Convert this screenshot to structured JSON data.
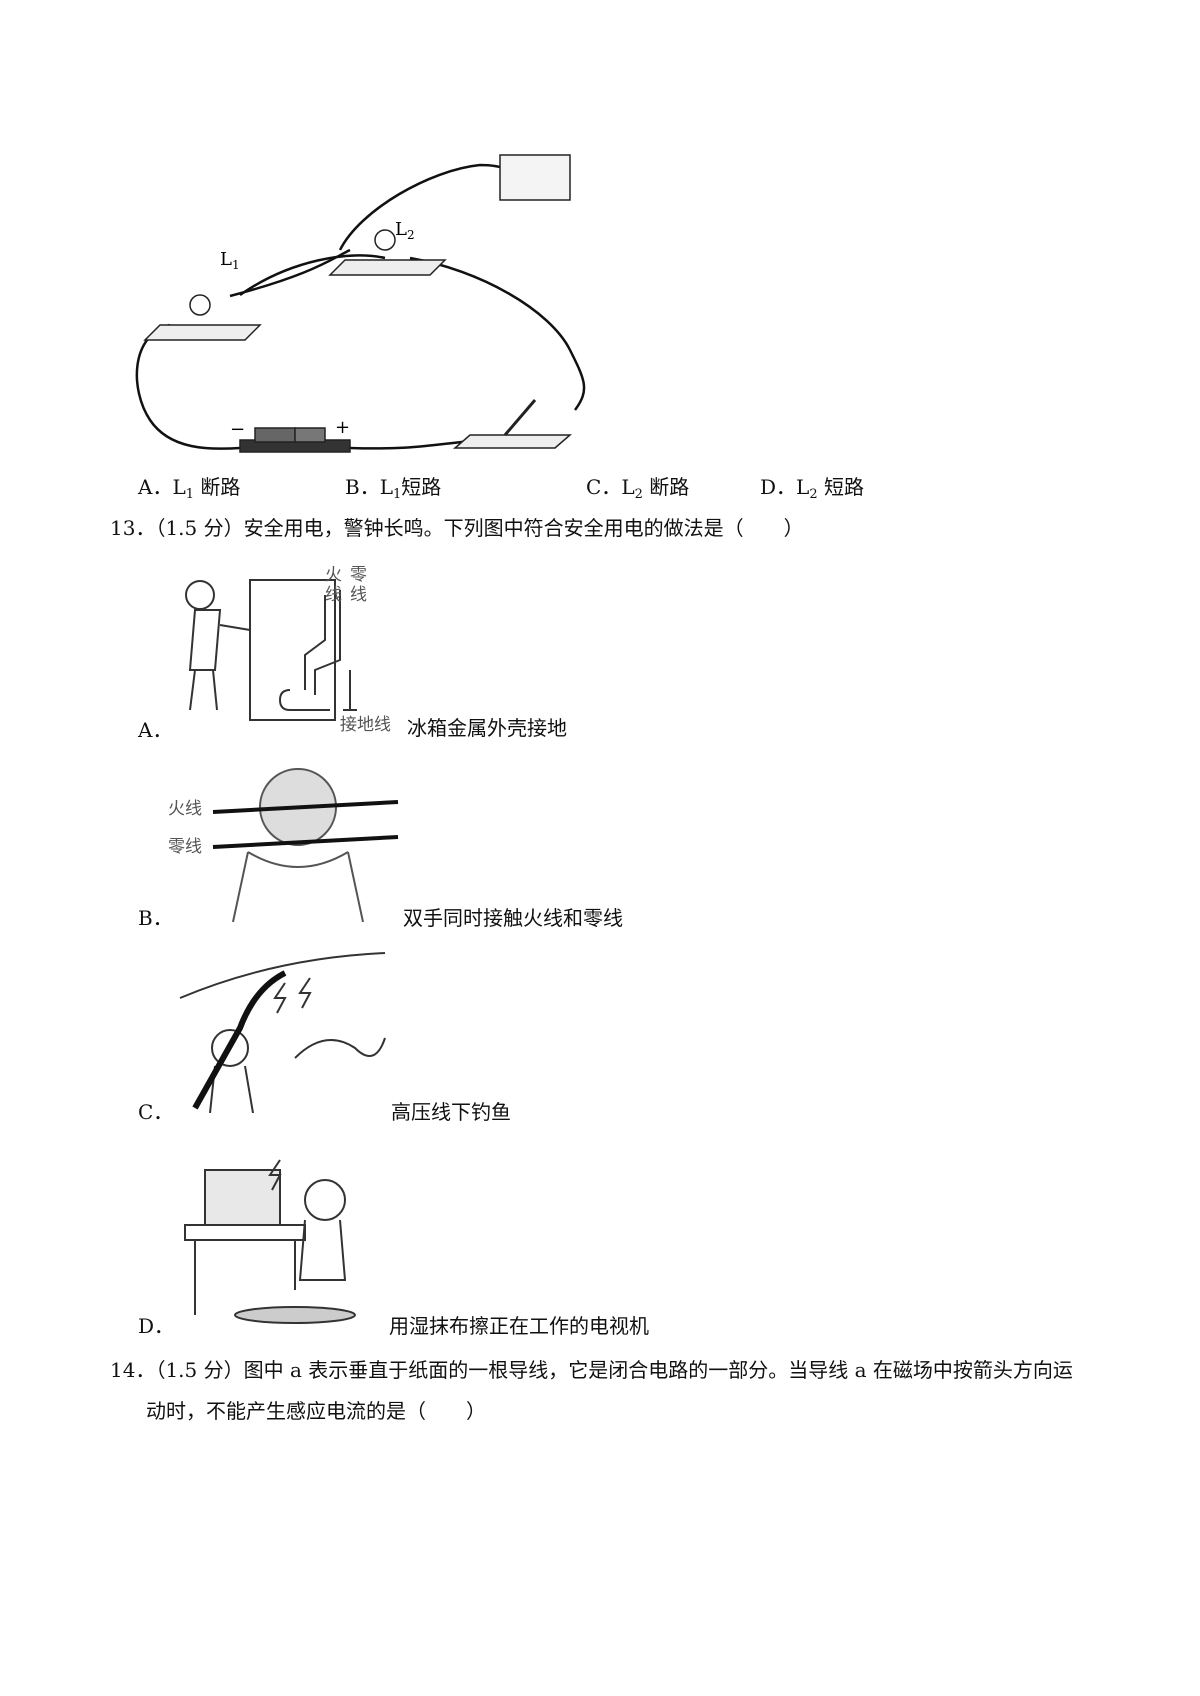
{
  "q12": {
    "figure": {
      "l1": "L",
      "l1_sub": "1",
      "l2": "L",
      "l2_sub": "2",
      "minus": "−",
      "plus": "+"
    },
    "options": [
      {
        "key": "A．",
        "pre": "L",
        "sub": "1",
        "text": " 断路"
      },
      {
        "key": "B．",
        "pre": "L",
        "sub": "1",
        "text": "短路"
      },
      {
        "key": "C．",
        "pre": "L",
        "sub": "2",
        "text": " 断路"
      },
      {
        "key": "D．",
        "pre": "L",
        "sub": "2",
        "text": " 短路"
      }
    ]
  },
  "q13": {
    "stem": "13．（1.5 分）安全用电，警钟长鸣。下列图中符合安全用电的做法是（　　）",
    "options": [
      {
        "key": "A．",
        "caption": "冰箱金属外壳接地",
        "fig_labels": [
          "火",
          "线",
          "零",
          "线",
          "接地线"
        ]
      },
      {
        "key": "B．",
        "caption": "双手同时接触火线和零线",
        "fig_labels": [
          "火线",
          "零线"
        ]
      },
      {
        "key": "C．",
        "caption": "高压线下钓鱼"
      },
      {
        "key": "D．",
        "caption": "用湿抹布擦正在工作的电视机"
      }
    ]
  },
  "q14": {
    "line1": "14．（1.5 分）图中 a 表示垂直于纸面的一根导线，它是闭合电路的一部分。当导线 a 在磁场中按箭头方向运",
    "line2": "动时，不能产生感应电流的是（　　）"
  }
}
